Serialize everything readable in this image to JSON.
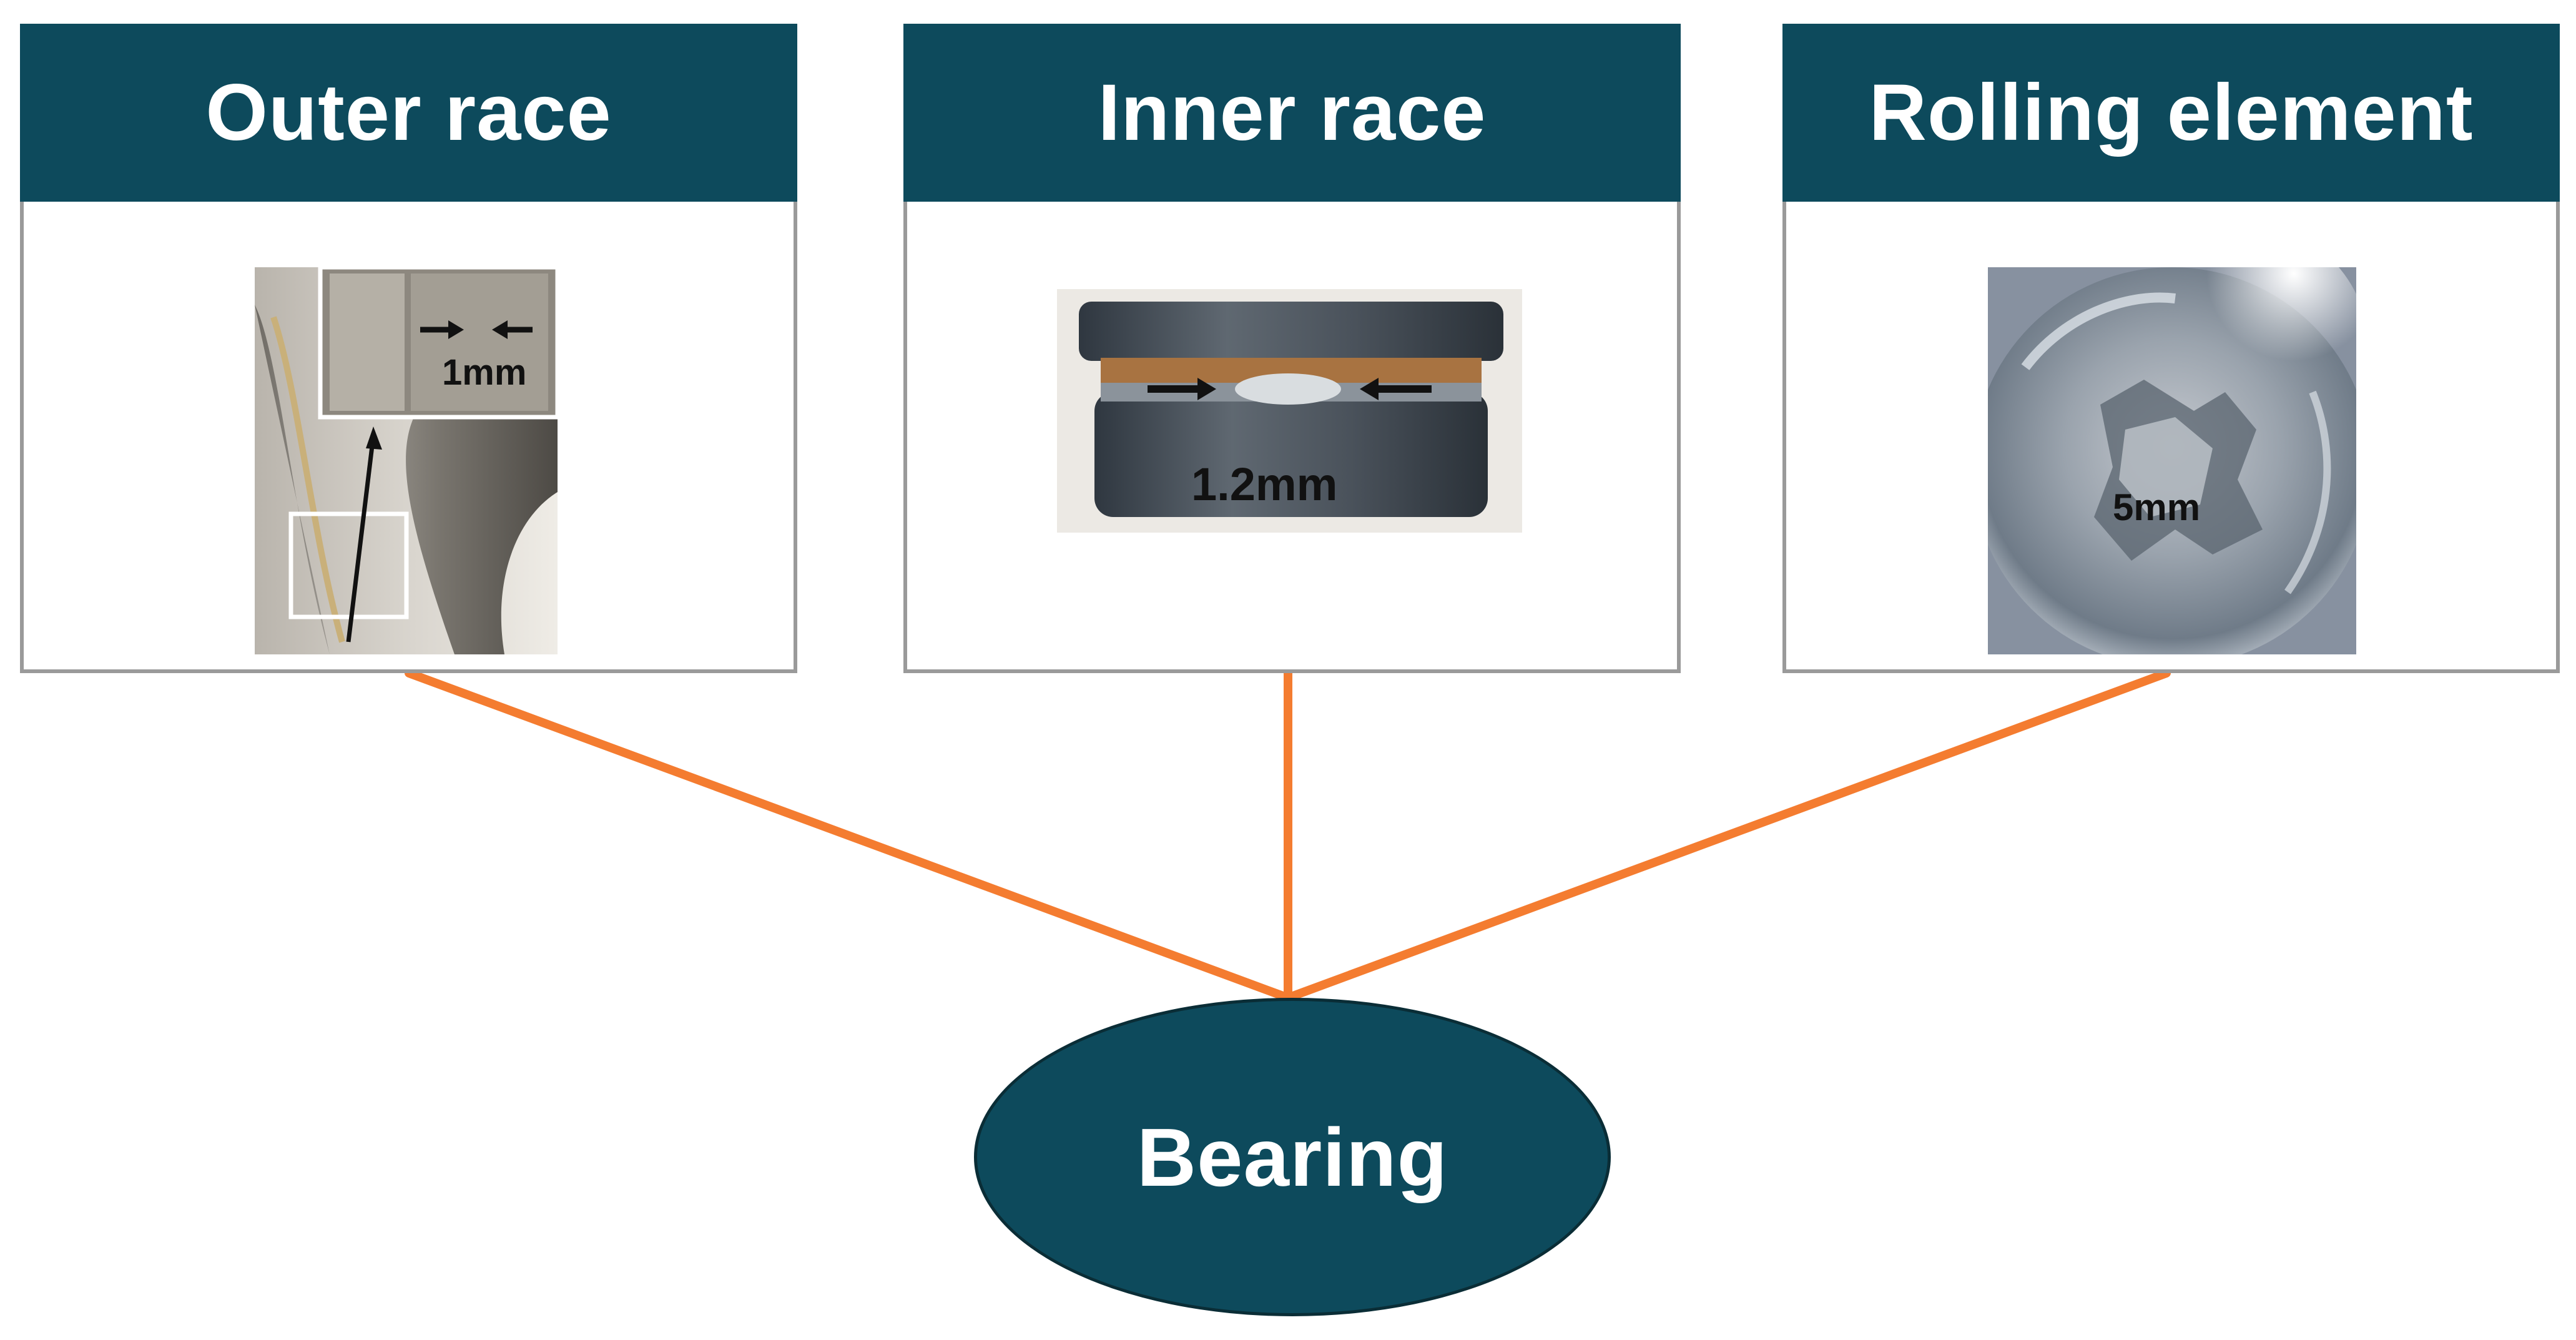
{
  "colors": {
    "header_fill": "#0d4a5c",
    "connector": "#f47c30",
    "panel_border": "#9a9a9a",
    "root_fill": "#0d4a5c"
  },
  "panels": [
    {
      "title": "Outer race",
      "image_icon": "outer-race-photo",
      "measurement": "1mm"
    },
    {
      "title": "Inner race",
      "image_icon": "inner-race-photo",
      "measurement": "1.2mm"
    },
    {
      "title": "Rolling element",
      "image_icon": "rolling-element-photo",
      "measurement": "5mm"
    }
  ],
  "root": {
    "label": "Bearing"
  }
}
